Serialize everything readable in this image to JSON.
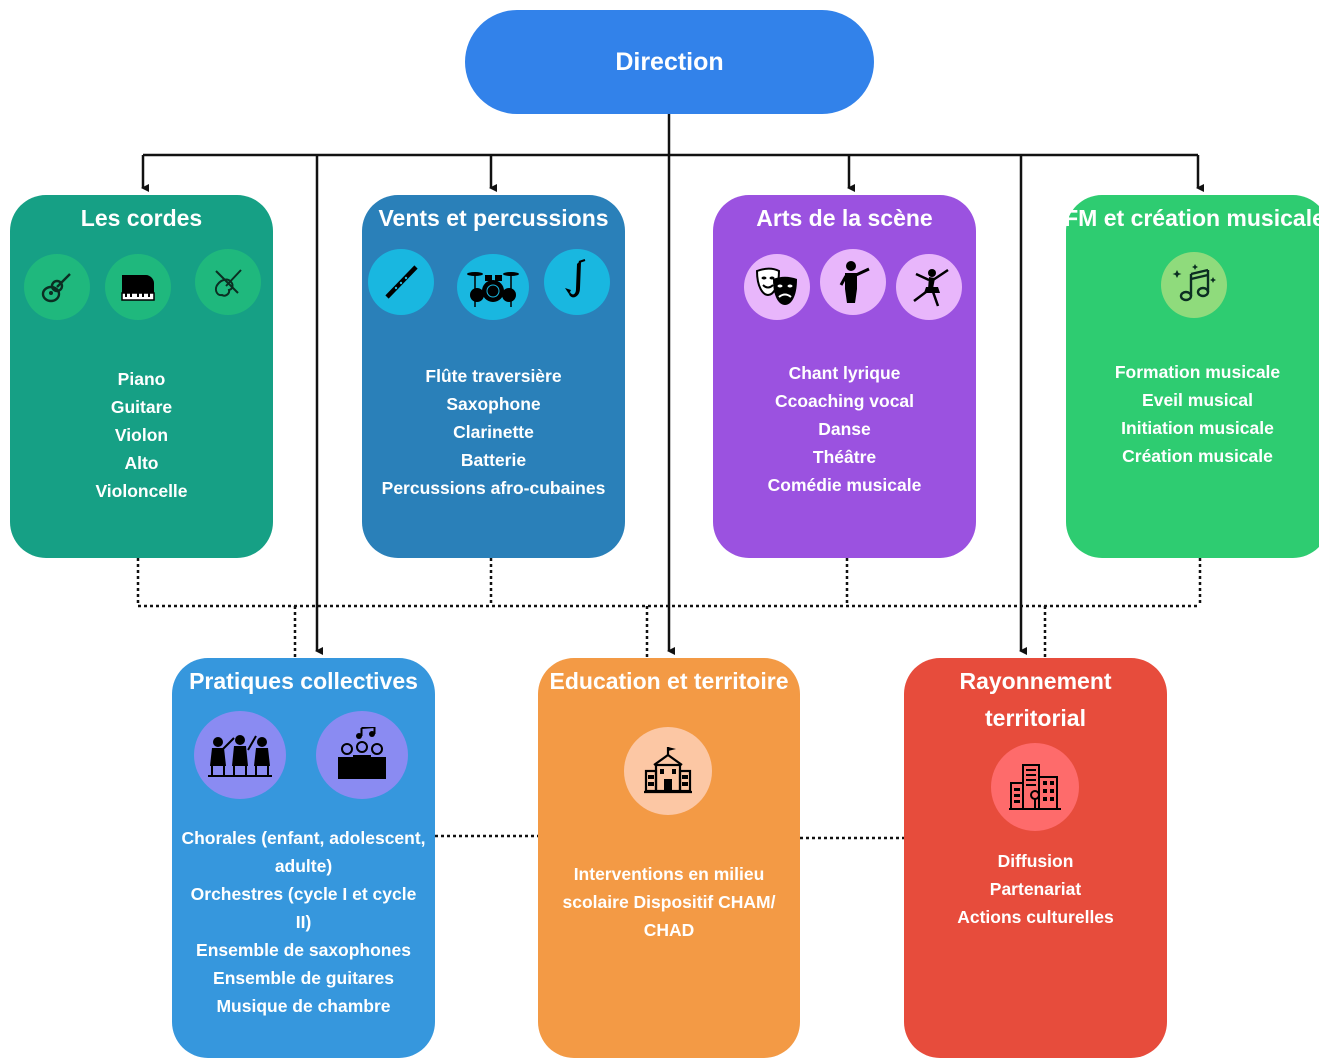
{
  "direction": {
    "title": "Direction",
    "color": "#3282ea"
  },
  "departments": [
    {
      "title": "Les cordes",
      "color": "#16a085",
      "icons": [
        "guitar-icon",
        "piano-icon",
        "violin-icon"
      ],
      "items": [
        "Piano",
        "Guitare",
        "Violon",
        "Alto",
        "Violoncelle"
      ]
    },
    {
      "title": "Vents et percussions",
      "color": "#2a80b9",
      "icons": [
        "flute-icon",
        "drum-kit-icon",
        "saxophone-icon"
      ],
      "items": [
        "Flûte traversière",
        "Saxophone",
        "Clarinette",
        "Batterie",
        "Percussions afro-cubaines"
      ]
    },
    {
      "title": "Arts de la scène",
      "color": "#9b52e0",
      "icons": [
        "theater-masks-icon",
        "singer-icon",
        "dancer-icon"
      ],
      "items": [
        "Chant lyrique",
        "Ccoaching vocal",
        "Danse",
        "Théâtre",
        "Comédie musicale"
      ]
    },
    {
      "title": "FM et création musicale",
      "color": "#2ecc71",
      "icons": [
        "music-notes-icon"
      ],
      "items": [
        "Formation musicale",
        "Eveil musical",
        "Initiation musicale",
        "Création musicale"
      ]
    }
  ],
  "transversal": [
    {
      "title": "Pratiques collectives",
      "color": "#3697dd",
      "icons": [
        "orchestra-icon",
        "choir-icon"
      ],
      "items": [
        "Chorales (enfant, adolescent,",
        "adulte)",
        "Orchestres (cycle I et cycle",
        "II)",
        "Ensemble de saxophones",
        "Ensemble de guitares",
        "Musique de chambre"
      ]
    },
    {
      "title": "Education et territoire",
      "color": "#f39a45",
      "icons": [
        "school-icon"
      ],
      "items": [
        "Interventions en milieu",
        "scolaire Dispositif CHAM/",
        "CHAD"
      ]
    },
    {
      "title_lines": [
        "Rayonnement",
        "territorial"
      ],
      "color": "#e74c3c",
      "icons": [
        "city-icon"
      ],
      "items": [
        "Diffusion",
        "Partenariat",
        "Actions culturelles"
      ]
    }
  ]
}
